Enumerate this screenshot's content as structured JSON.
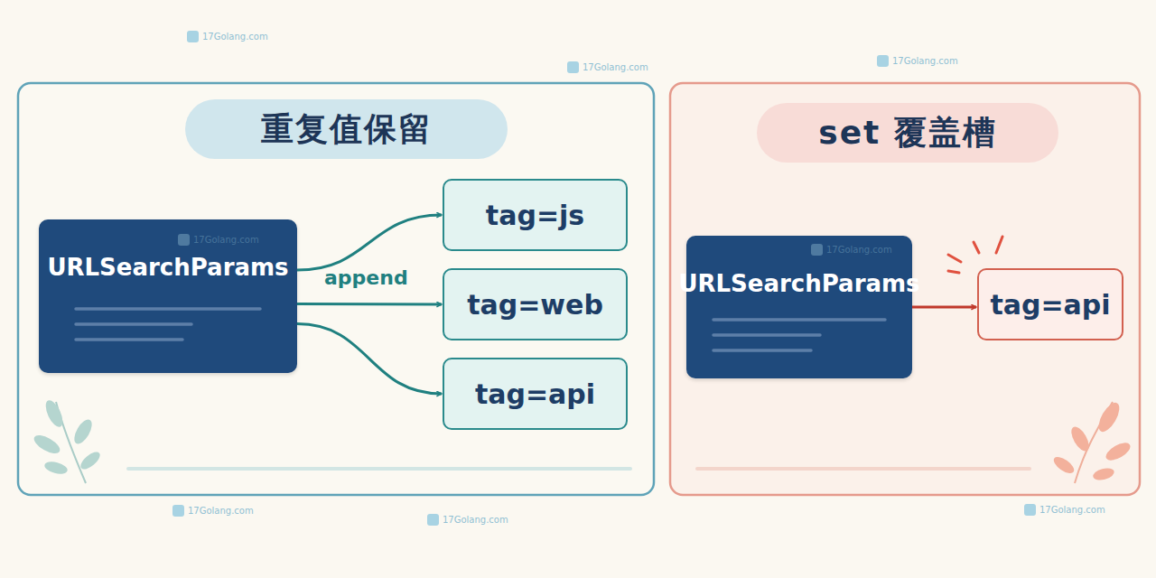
{
  "diagram": {
    "nodes": [
      {
        "text": [
          "重复值保留"
        ]
      },
      {
        "text": [
          "URLSearchParams"
        ]
      },
      {
        "text": [
          "tag=js"
        ]
      },
      {
        "text": [
          "tag=web"
        ]
      },
      {
        "text": [
          "tag=api"
        ]
      },
      {
        "text": [
          "set 覆盖槽"
        ]
      },
      {
        "text": [
          "URLSearchParams"
        ]
      },
      {
        "text": [
          "tag=api"
        ]
      }
    ],
    "edges": [
      {
        "from": 1,
        "to": 2,
        "arrow": "to"
      },
      {
        "from": 1,
        "to": 3,
        "label": "append",
        "arrow": "to"
      },
      {
        "from": 1,
        "to": 4,
        "arrow": "to"
      },
      {
        "from": 6,
        "to": 7,
        "arrow": "to"
      }
    ],
    "labels": [
      "17Golang.com",
      "17Golang.com",
      "17Golang.com",
      "17Golang.com",
      "17Golang.com",
      "17Golang.com",
      "17Golang.com",
      "17Golang.com"
    ]
  }
}
